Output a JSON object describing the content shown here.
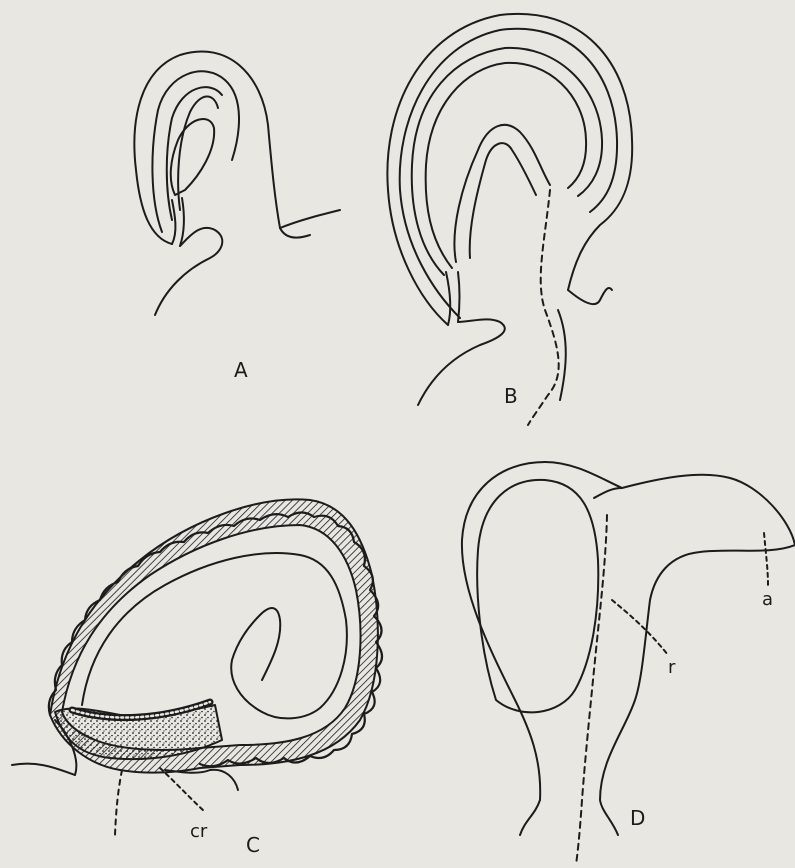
{
  "panels": {
    "a": {
      "label": "A"
    },
    "b": {
      "label": "B"
    },
    "c": {
      "label": "C",
      "annotations": {
        "cr": "cr"
      }
    },
    "d": {
      "label": "D",
      "annotations": {
        "a": "a",
        "r": "r"
      }
    }
  },
  "colors": {
    "ink": "#1c1c1c",
    "paper": "#e9e7e2"
  }
}
